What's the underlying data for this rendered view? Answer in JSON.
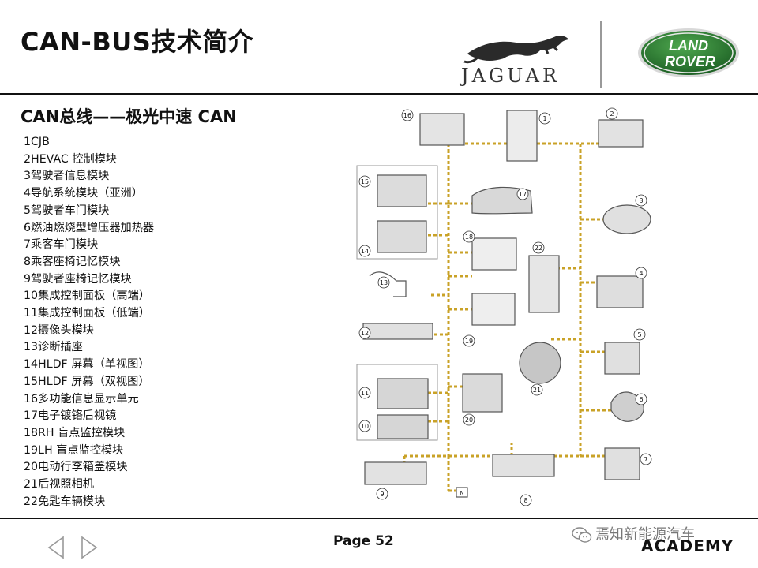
{
  "header": {
    "title": "CAN-BUS技术简介",
    "jaguar_wordmark": "JAGUAR",
    "landrover_wordmark_line1": "LAND",
    "landrover_wordmark_line2": "ROVER"
  },
  "content": {
    "subtitle": "CAN总线——极光中速 CAN",
    "modules": [
      "1CJB",
      "2HEVAC 控制模块",
      "3驾驶者信息模块",
      "4导航系统模块（亚洲）",
      "5驾驶者车门模块",
      "6燃油燃烧型增压器加热器",
      "7乘客车门模块",
      "8乘客座椅记忆模块",
      "9驾驶者座椅记忆模块",
      "10集成控制面板（高端）",
      "11集成控制面板（低端）",
      "12摄像头模块",
      "13诊断插座",
      "14HLDF 屏幕（单视图）",
      "15HLDF 屏幕（双视图）",
      "16多功能信息显示单元",
      "17电子镀铬后视镜",
      "18RH 盲点监控模块",
      "19LH 盲点监控模块",
      "20电动行李箱盖模块",
      "21后视照相机",
      "22免匙车辆模块"
    ]
  },
  "diagram": {
    "bus_color": "#c9a227",
    "callouts": [
      "16",
      "1",
      "2",
      "15",
      "17",
      "3",
      "14",
      "18",
      "22",
      "13",
      "4",
      "12",
      "19",
      "5",
      "11",
      "21",
      "6",
      "10",
      "20",
      "7",
      "9",
      "8"
    ],
    "terminator_label": "N"
  },
  "footer": {
    "page_label": "Page 52",
    "watermark": "焉知新能源汽车",
    "academy": "ACADEMY"
  }
}
